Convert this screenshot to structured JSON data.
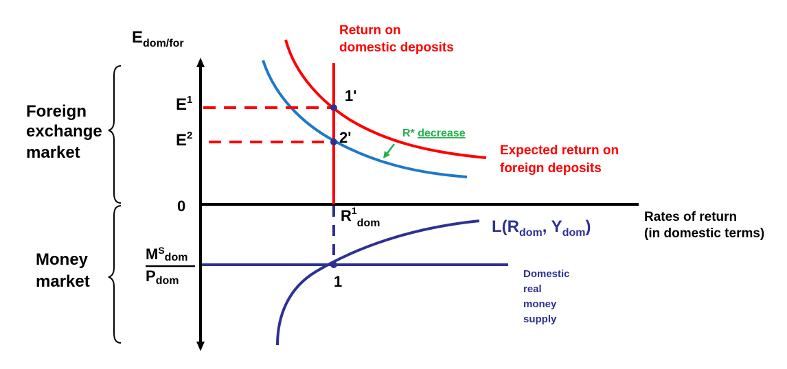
{
  "y_axis": {
    "base": "E",
    "subscript": "dom/for"
  },
  "x_axis": {
    "line1": "Rates of return",
    "line2": "(in domestic terms)",
    "origin": "0"
  },
  "sections": {
    "upper": [
      "Foreign",
      "exchange",
      "market"
    ],
    "lower": [
      "Money",
      "market"
    ]
  },
  "points": {
    "e1": {
      "base": "E",
      "sup": "1"
    },
    "e2": {
      "base": "E",
      "sup": "2"
    },
    "p1prime": "1'",
    "p2prime": "2'",
    "p1": "1"
  },
  "r1dom": {
    "base": "R",
    "sup": "1",
    "sub": "dom"
  },
  "curves": {
    "domestic_return": [
      "Return on",
      "domestic deposits"
    ],
    "expected_foreign": [
      "Expected return on",
      "foreign deposits"
    ],
    "shift_label": {
      "prefix": "R* ",
      "word": "decrease"
    },
    "liquidity": {
      "open": "L(R",
      "sub1": "dom",
      "mid": ", Y",
      "sub2": "dom",
      "close": ")"
    },
    "money_supply": [
      "Domestic",
      "real",
      "money",
      "supply"
    ]
  },
  "ms_fraction": {
    "num_base": "M",
    "num_sup": "S",
    "num_sub": "dom",
    "den_base": "P",
    "den_sub": "dom"
  },
  "colors": {
    "axis": "#000000",
    "foreign_return": "#ff0000",
    "shifted_curve": "#1f78c8",
    "money": "#2e3192",
    "annotation": "#22b04a"
  }
}
